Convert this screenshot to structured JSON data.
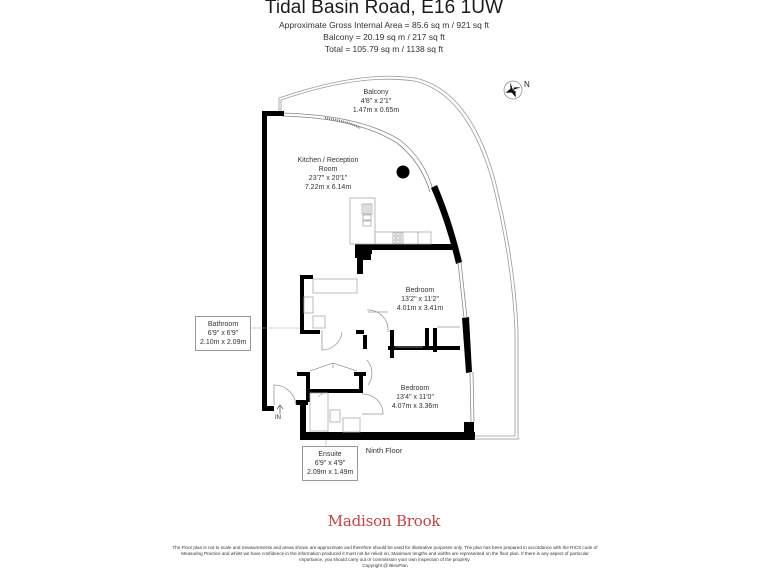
{
  "header": {
    "title": "Tidal Basin Road, E16 1UW",
    "gross_internal_area": "Approximate Gross Internal Area = 85.6 sq m / 921 sq ft",
    "balcony_area": "Balcony = 20.19 sq m / 217 sq ft",
    "total_area": "Total = 105.79 sq m / 1138 sq ft"
  },
  "rooms": {
    "balcony": {
      "name": "Balcony",
      "imperial": "4'8\" x 2'1\"",
      "metric": "1.47m x 0.65m"
    },
    "kitchen": {
      "name_line1": "Kitchen / Reception",
      "name_line2": "Room",
      "imperial": "23'7\" x 20'1\"",
      "metric": "7.22m x 6.14m"
    },
    "bedroom1": {
      "name": "Bedroom",
      "imperial": "13'2\" x 11'2\"",
      "metric": "4.01m x 3.41m"
    },
    "bedroom2": {
      "name": "Bedroom",
      "imperial": "13'4\" x 11'0\"",
      "metric": "4.07m x 3.36m"
    },
    "bathroom": {
      "name": "Bathroom",
      "imperial": "6'9\" x 6'9\"",
      "metric": "2.10m x 2.09m"
    },
    "ensuite": {
      "name": "Ensuite",
      "imperial": "6'9\" x 4'9\"",
      "metric": "2.09m x 1.49m"
    }
  },
  "plan": {
    "floor_label": "Ninth Floor",
    "entrance_label": "IN",
    "compass": {
      "icon": "compass-rose-icon",
      "north_label": "N"
    },
    "wall_color": "#000000",
    "outline_color": "#999999"
  },
  "footer": {
    "brand": "Madison Brook",
    "brand_color": "#c9413f",
    "disclaimer_1": "The Floor plan is not to scale and measurements and areas shown are approximate and therefore should be used for illustrative purposes only. The plan has been prepared in accordance with the RICS code of Measuring Practice and whilst we have confidence in the information produced it must not be relied on. Maximum lengths and widths are represented on the floor plan. If there is any aspect of particular importance, you should carry out or commission your own inspection of the property.",
    "copyright": "Copyright @ BleuPlan"
  }
}
